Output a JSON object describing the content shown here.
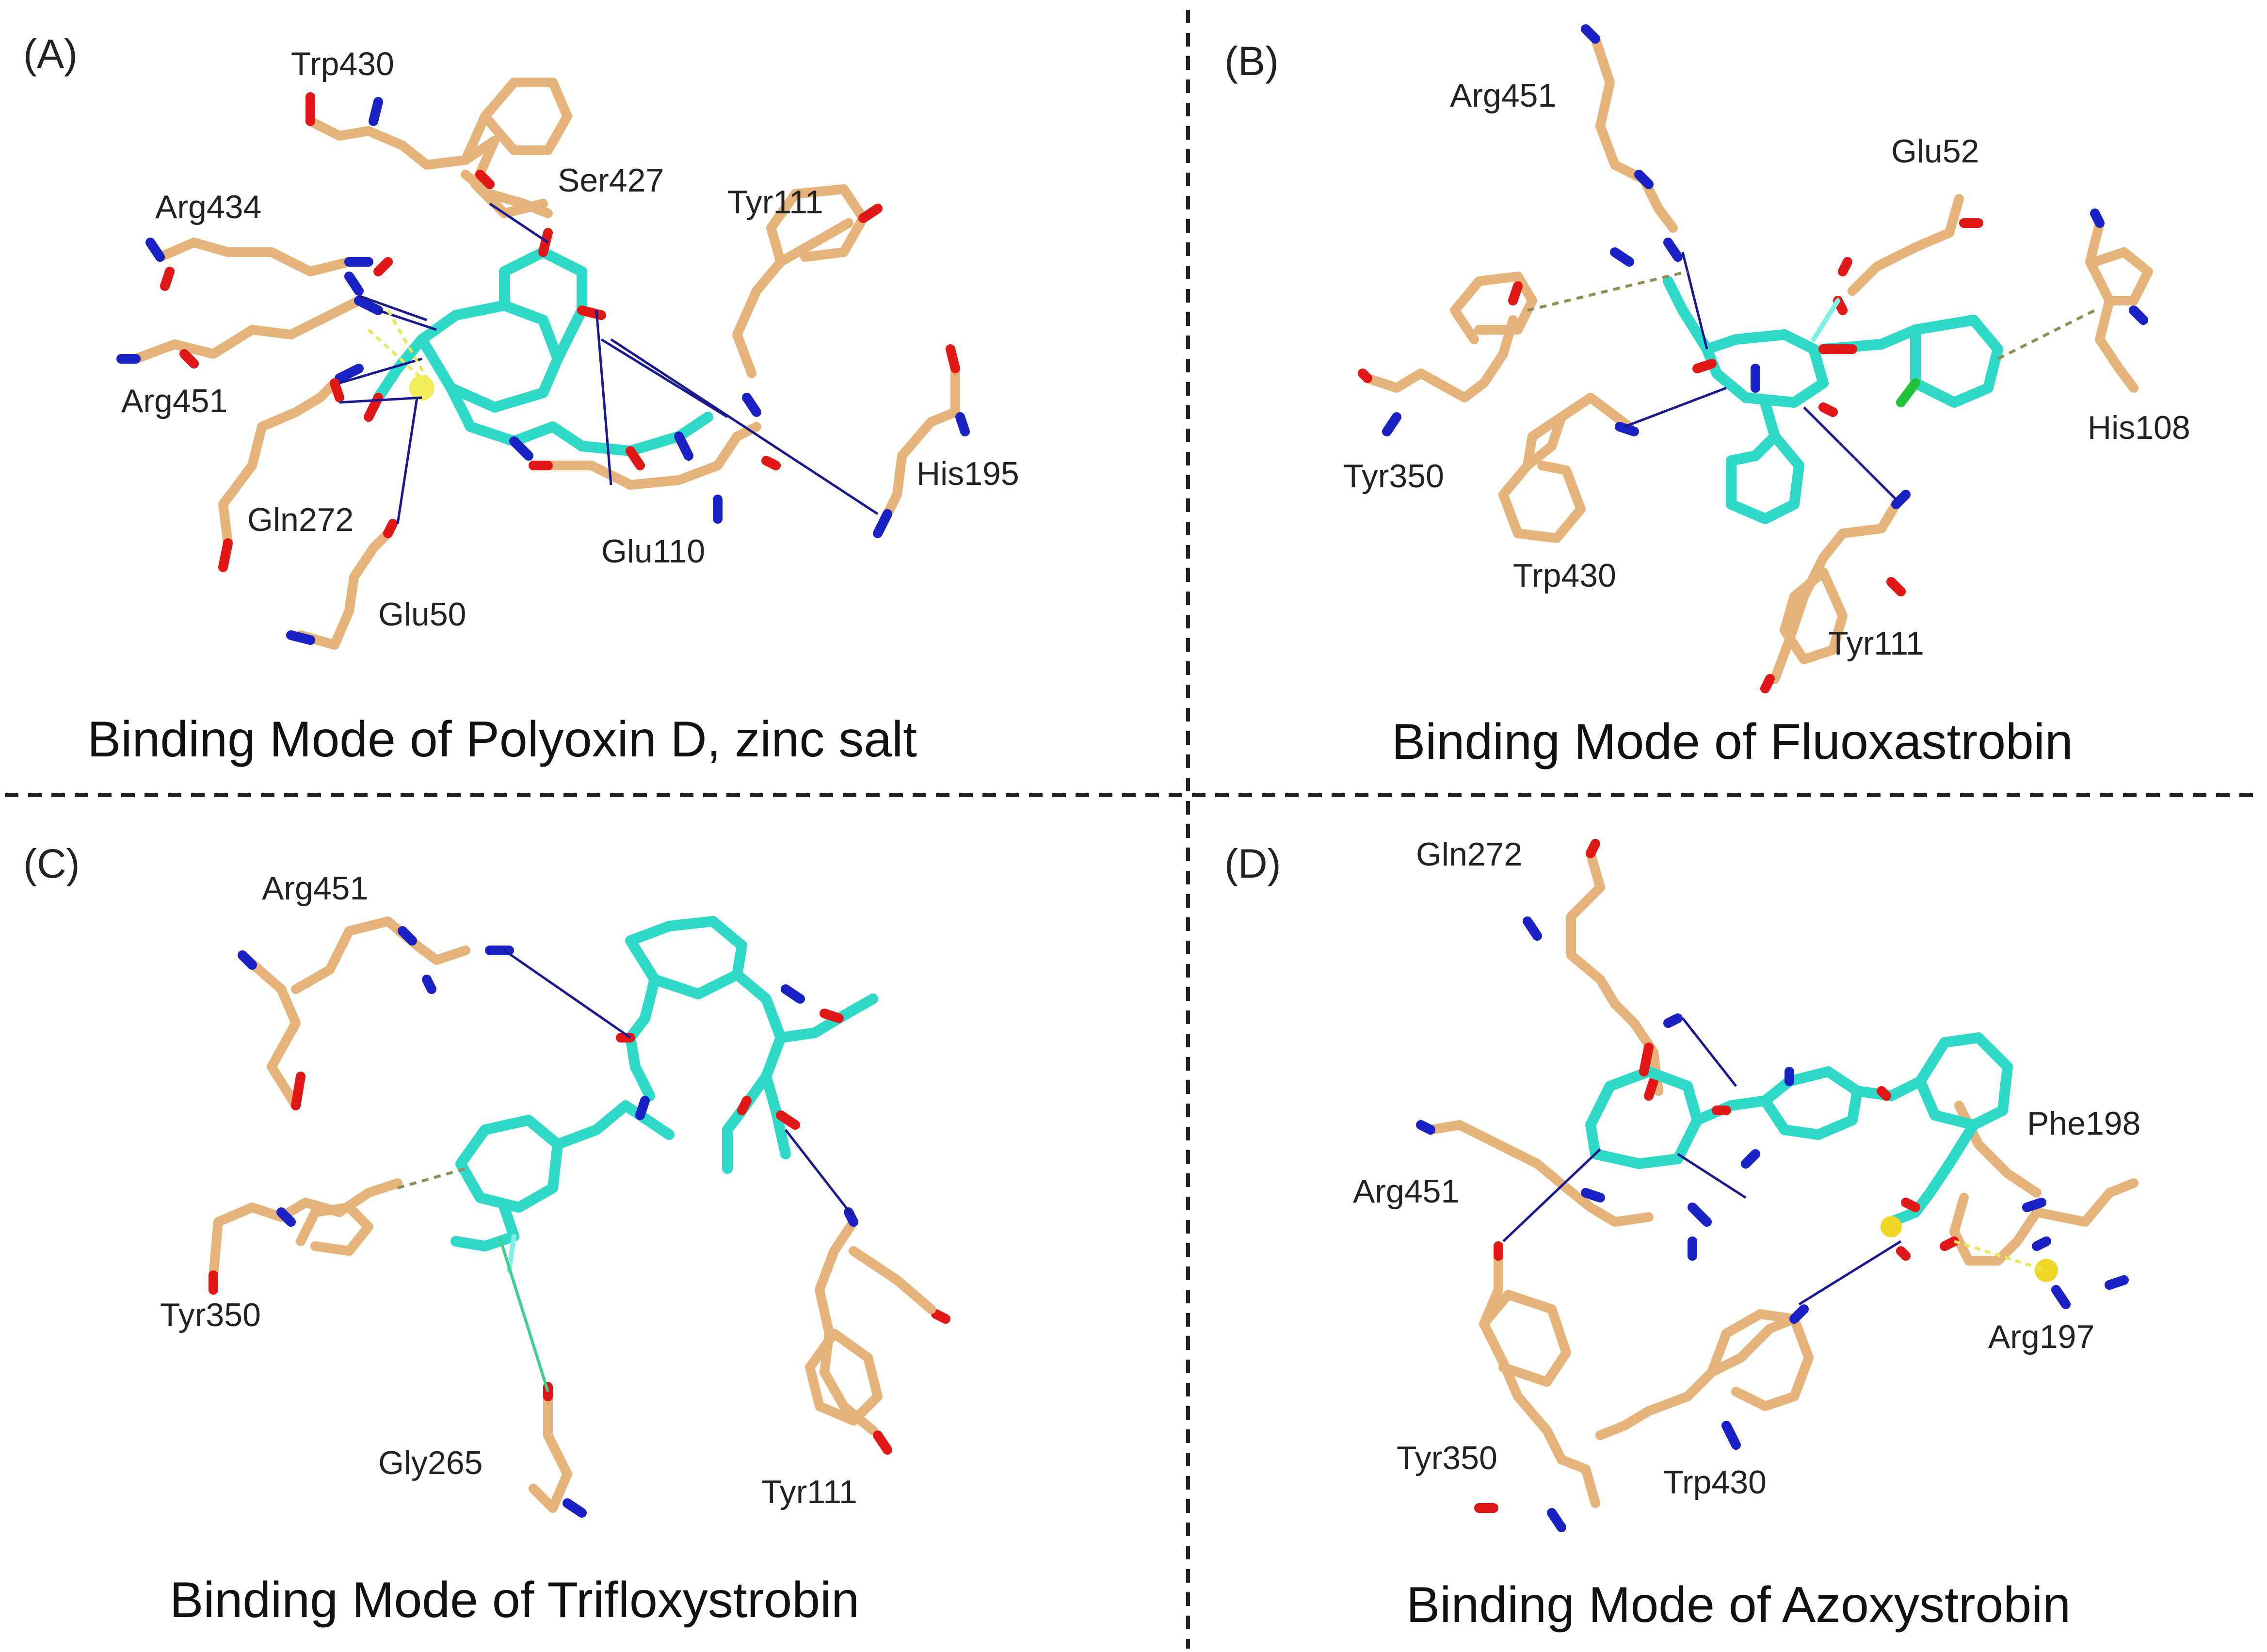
{
  "panels": [
    {
      "letter": "(A)",
      "caption": "Binding Mode of Polyoxin D, zinc salt",
      "residues": [
        "Trp430",
        "Ser427",
        "Arg434",
        "Tyr111",
        "Arg451",
        "His195",
        "Gln272",
        "Glu110",
        "Glu50"
      ]
    },
    {
      "letter": "(B)",
      "caption": "Binding Mode of Fluoxastrobin",
      "residues": [
        "Arg451",
        "Glu52",
        "His108",
        "Tyr350",
        "Trp430",
        "Tyr111"
      ]
    },
    {
      "letter": "(C)",
      "caption": "Binding Mode of Trifloxystrobin",
      "residues": [
        "Arg451",
        "Tyr350",
        "Gly265",
        "Tyr111"
      ]
    },
    {
      "letter": "(D)",
      "caption": "Binding Mode of Azoxystrobin",
      "residues": [
        "Gln272",
        "Phe198",
        "Arg451",
        "Arg197",
        "Tyr350",
        "Trp430"
      ]
    }
  ],
  "colors": {
    "protein_carbon": "#e6b47a",
    "ligand_carbon": "#2fd9c7",
    "nitrogen": "#1a22c4",
    "oxygen": "#e01818",
    "hydrogen_bond": "#1a1a8f",
    "halogen_bond": "#3fcf8f",
    "pi_interaction": "#8f8f55",
    "salt_bridge": "#e8e85a",
    "zinc": "#f0ec5a",
    "chlorine": "#22c33a"
  }
}
